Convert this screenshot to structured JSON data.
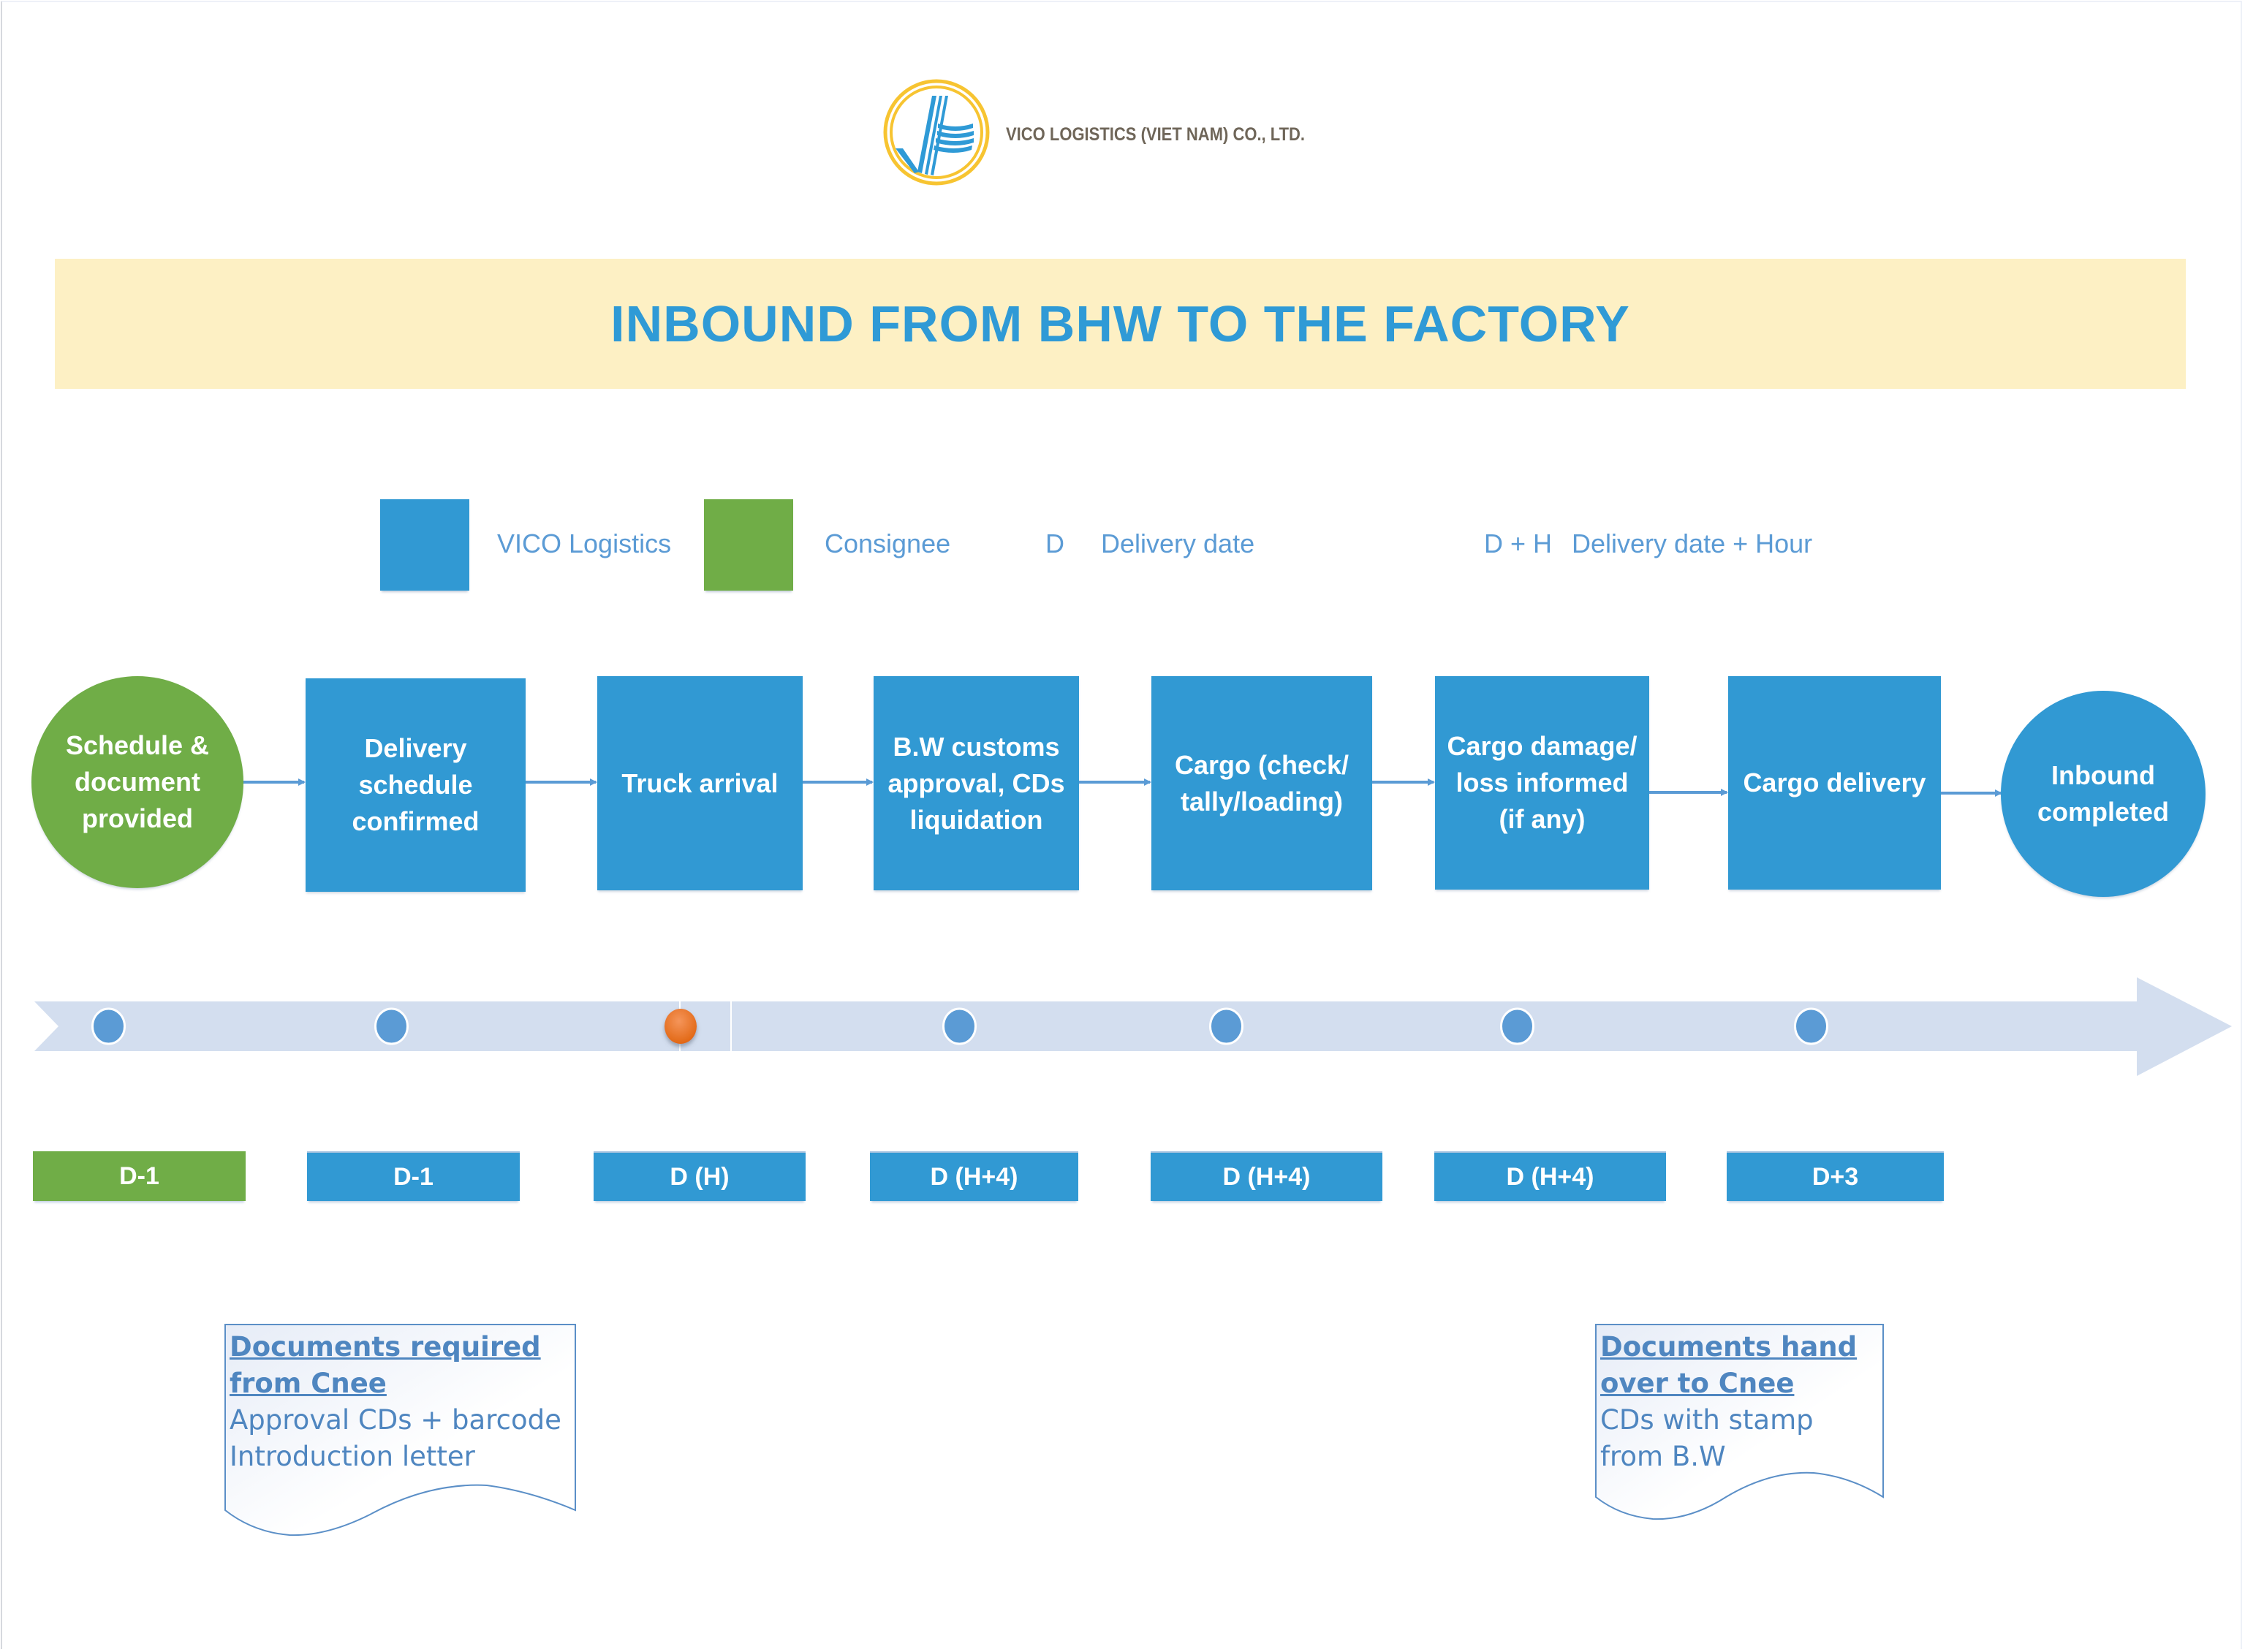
{
  "header": {
    "company_name": "VICO LOGISTICS (VIET NAM) CO., LTD.",
    "logo_icon": "vico-logo-icon"
  },
  "banner": {
    "title": "INBOUND FROM BHW TO THE FACTORY"
  },
  "legend": {
    "items": [
      {
        "swatch_color": "#3199d3",
        "label": "VICO Logistics"
      },
      {
        "swatch_color": "#70ad47",
        "label": "Consignee"
      }
    ],
    "abbreviations": [
      {
        "key": "D",
        "meaning": "Delivery date"
      },
      {
        "key": "D + H",
        "meaning": "Delivery date + Hour"
      }
    ]
  },
  "colors": {
    "vico_blue": "#3199d3",
    "consignee_green": "#70ad47",
    "title_blue": "#2f9ad6",
    "legend_text": "#5b9bd5",
    "banner_bg": "#fdf0c4",
    "timeline_band": "#d3deef",
    "marker_blue": "#5b9bd5",
    "marker_current": "#ed7d31"
  },
  "flow": {
    "steps": [
      {
        "label": "Schedule &\ndocument\nprovided",
        "owner": "Consignee",
        "shape": "ellipse"
      },
      {
        "label": "Delivery\nschedule\nconfirmed",
        "owner": "VICO Logistics",
        "shape": "box"
      },
      {
        "label": "Truck arrival",
        "owner": "VICO Logistics",
        "shape": "box"
      },
      {
        "label": "B.W customs\napproval, CDs\nliquidation",
        "owner": "VICO Logistics",
        "shape": "box"
      },
      {
        "label": "Cargo (check/\ntally/loading)",
        "owner": "VICO Logistics",
        "shape": "box"
      },
      {
        "label": "Cargo damage/\nloss informed\n(if any)",
        "owner": "VICO Logistics",
        "shape": "box"
      },
      {
        "label": "Cargo delivery",
        "owner": "VICO Logistics",
        "shape": "box"
      },
      {
        "label": "Inbound\ncompleted",
        "owner": "VICO Logistics",
        "shape": "ellipse"
      }
    ]
  },
  "timeline": {
    "markers": [
      {
        "state": "normal"
      },
      {
        "state": "normal"
      },
      {
        "state": "current"
      },
      {
        "state": "normal"
      },
      {
        "state": "normal"
      },
      {
        "state": "normal"
      },
      {
        "state": "normal"
      }
    ],
    "dates": [
      {
        "label": "D-1",
        "owner": "Consignee"
      },
      {
        "label": "D-1",
        "owner": "VICO Logistics"
      },
      {
        "label": "D (H)",
        "owner": "VICO Logistics"
      },
      {
        "label": "D (H+4)",
        "owner": "VICO Logistics"
      },
      {
        "label": "D (H+4)",
        "owner": "VICO Logistics"
      },
      {
        "label": "D (H+4)",
        "owner": "VICO Logistics"
      },
      {
        "label": "D+3",
        "owner": "VICO Logistics"
      }
    ]
  },
  "documents": {
    "required": {
      "title": "Documents required from Cnee",
      "lines": [
        "Approval CDs + barcode",
        "Introduction letter"
      ]
    },
    "handover": {
      "title": "Documents hand over to Cnee",
      "lines": [
        "CDs with stamp from B.W"
      ]
    }
  }
}
